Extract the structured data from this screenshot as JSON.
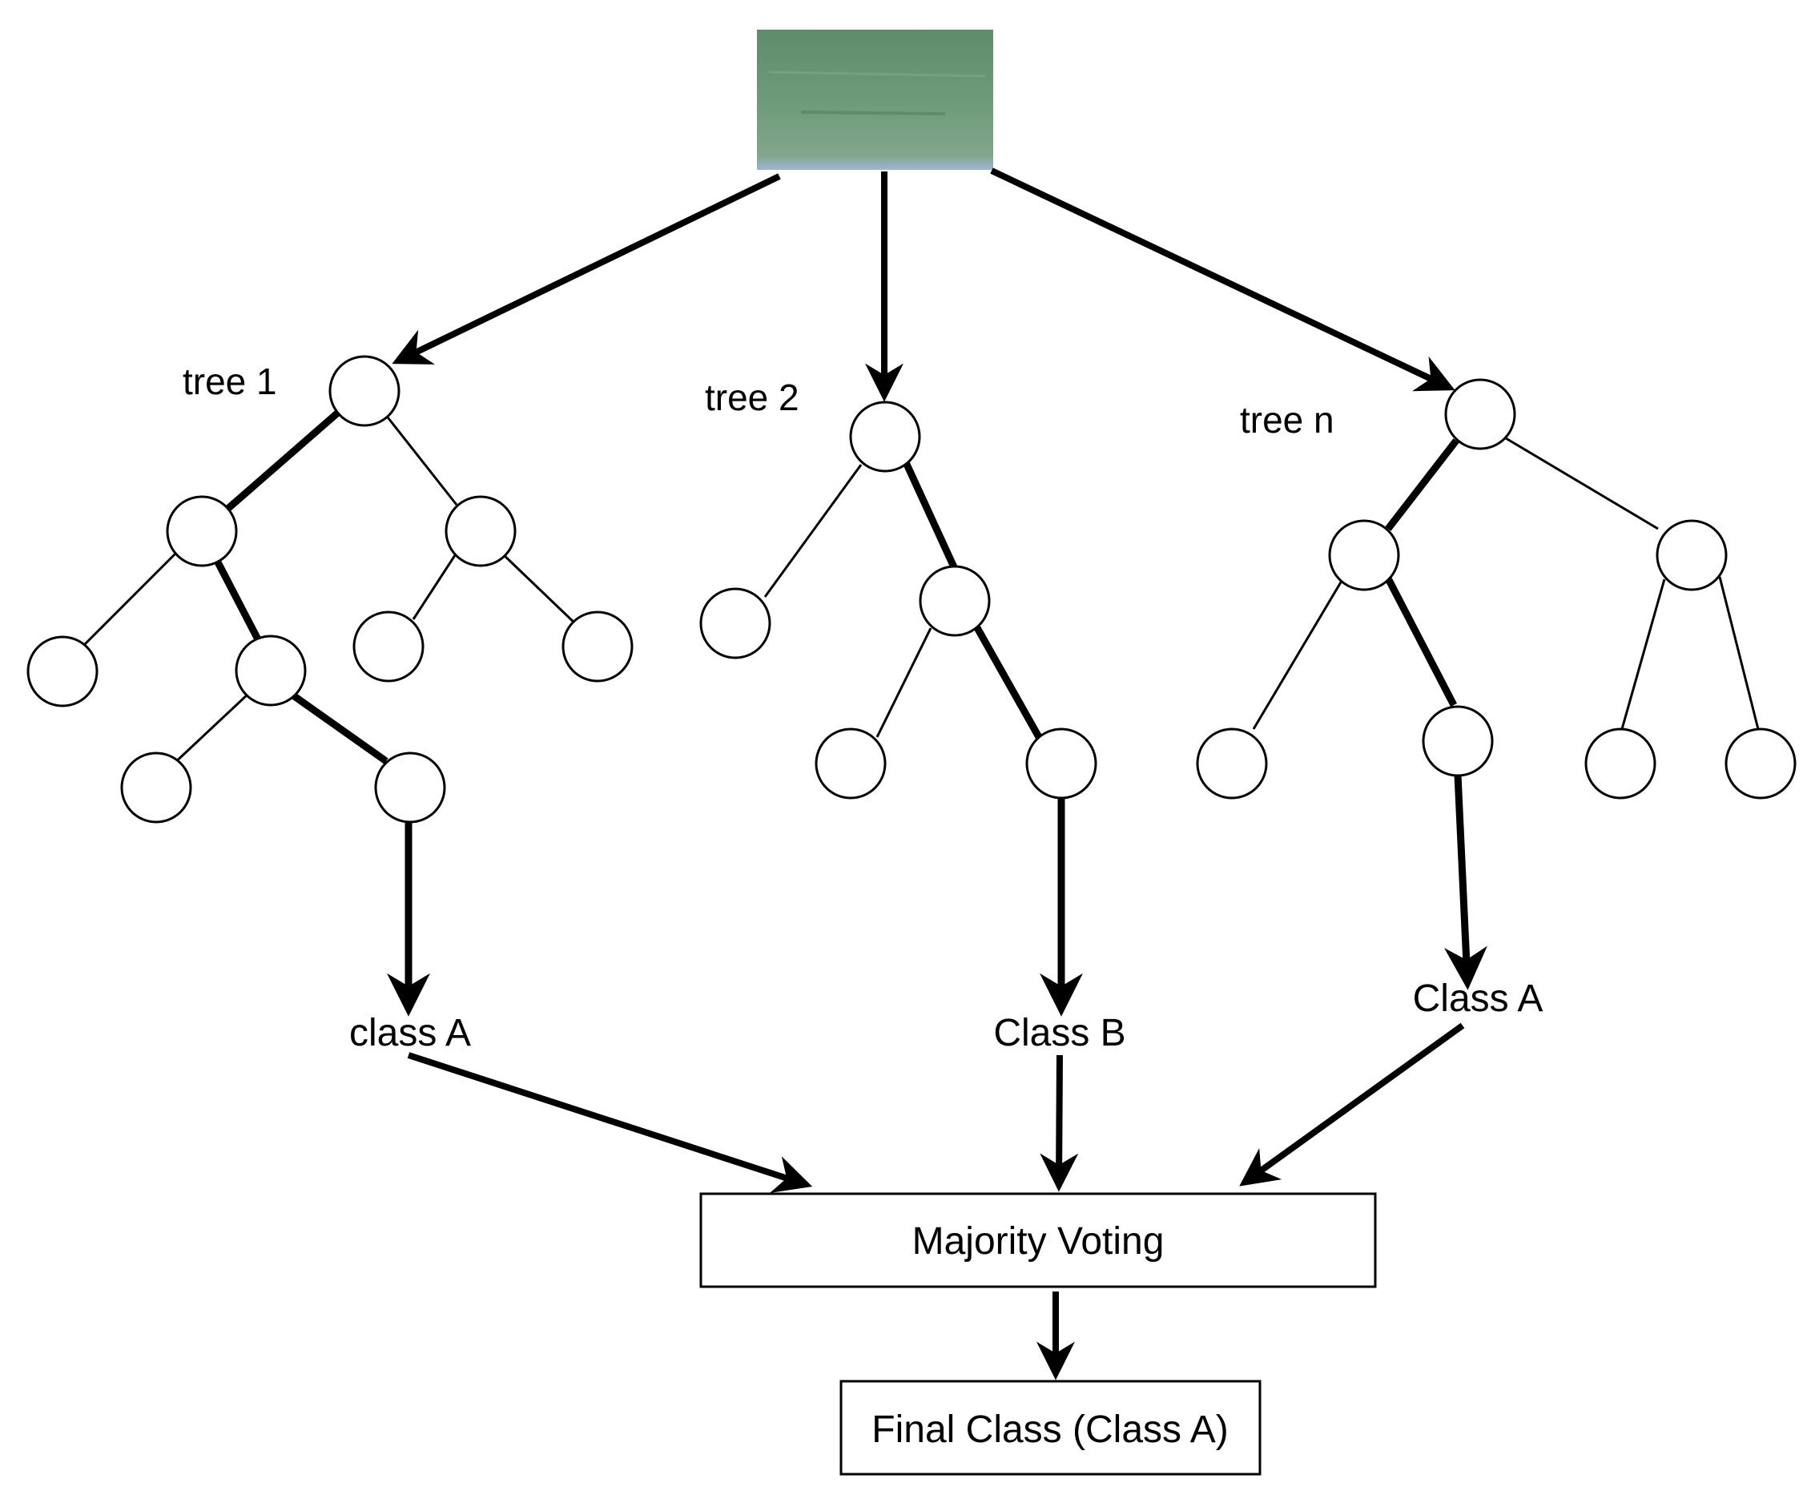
{
  "colors": {
    "stroke": "#000000",
    "node_fill": "#ffffff",
    "input_image_fill": "#6f9c7a"
  },
  "input": {
    "icon": "input-image-icon"
  },
  "trees": [
    {
      "label": "tree 1",
      "result": "class A"
    },
    {
      "label": "tree 2",
      "result": "Class B"
    },
    {
      "label": "tree n",
      "result": "Class A"
    }
  ],
  "aggregator": {
    "label": "Majority Voting"
  },
  "output": {
    "label": "Final Class (Class A)"
  }
}
